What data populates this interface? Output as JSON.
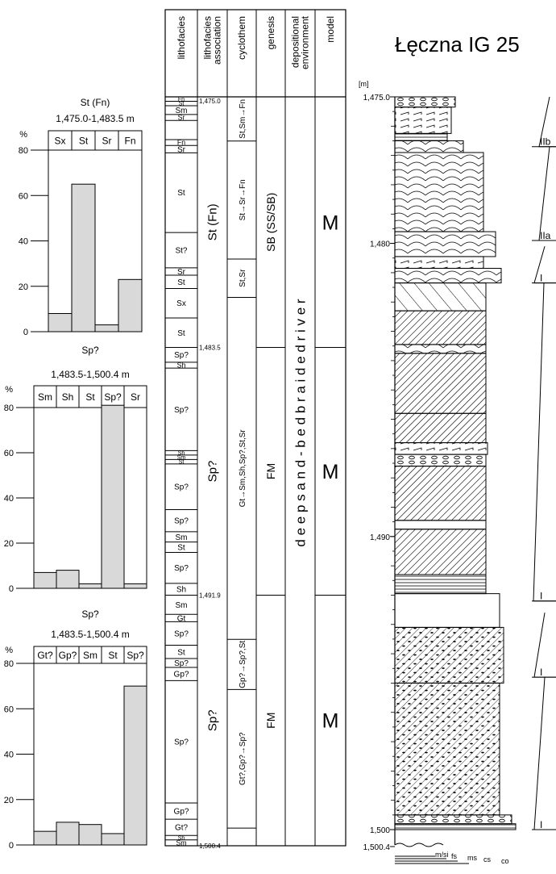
{
  "title": "Łęczna IG 25",
  "column_headers": [
    "lithofacies",
    "lithofacies association",
    "cyclothem",
    "genesis",
    "depositional environment",
    "model"
  ],
  "depth_unit": "[m]",
  "depth_labels": [
    {
      "v": 1475.0,
      "t": "1,475.0"
    },
    {
      "v": 1480,
      "t": "1,480"
    },
    {
      "v": 1490,
      "t": "1,490"
    },
    {
      "v": 1500,
      "t": "1,500"
    },
    {
      "v": 1500.4,
      "t": "1,500.4"
    }
  ],
  "grain_scale": [
    "m/si",
    "fs",
    "ms",
    "cs",
    "co"
  ],
  "association_depths": [
    "1,475.0",
    "1,483.5",
    "1,491.9",
    "1,500.4"
  ],
  "lithofacies": [
    {
      "top": 1475.0,
      "bot": 1475.15,
      "t": "Fn"
    },
    {
      "top": 1475.15,
      "bot": 1475.3,
      "t": "St"
    },
    {
      "top": 1475.3,
      "bot": 1475.6,
      "t": "Sm"
    },
    {
      "top": 1475.6,
      "bot": 1475.8,
      "t": "Sr"
    },
    {
      "top": 1475.8,
      "bot": 1476.45,
      "t": ""
    },
    {
      "top": 1476.45,
      "bot": 1476.65,
      "t": "Fn"
    },
    {
      "top": 1476.65,
      "bot": 1476.9,
      "t": "Sr"
    },
    {
      "top": 1476.9,
      "bot": 1479.6,
      "t": "St"
    },
    {
      "top": 1479.6,
      "bot": 1480.8,
      "t": "St?"
    },
    {
      "top": 1480.8,
      "bot": 1481.05,
      "t": "Sr"
    },
    {
      "top": 1481.05,
      "bot": 1481.5,
      "t": "St"
    },
    {
      "top": 1481.5,
      "bot": 1482.5,
      "t": "Sx"
    },
    {
      "top": 1482.5,
      "bot": 1483.5,
      "t": "St"
    },
    {
      "top": 1483.5,
      "bot": 1484.0,
      "t": "Sp?"
    },
    {
      "top": 1484.0,
      "bot": 1484.2,
      "t": "Sh"
    },
    {
      "top": 1484.2,
      "bot": 1487.0,
      "t": "Sp?"
    },
    {
      "top": 1487.0,
      "bot": 1487.15,
      "t": "Sh"
    },
    {
      "top": 1487.15,
      "bot": 1487.3,
      "t": "Sm"
    },
    {
      "top": 1487.3,
      "bot": 1487.45,
      "t": "St"
    },
    {
      "top": 1487.45,
      "bot": 1489.0,
      "t": "Sp?"
    },
    {
      "top": 1489.0,
      "bot": 1489.75,
      "t": "Sp?"
    },
    {
      "top": 1489.75,
      "bot": 1490.1,
      "t": "Sm"
    },
    {
      "top": 1490.1,
      "bot": 1490.45,
      "t": "St"
    },
    {
      "top": 1490.45,
      "bot": 1491.5,
      "t": "Sp?"
    },
    {
      "top": 1491.5,
      "bot": 1491.9,
      "t": "Sh"
    },
    {
      "top": 1491.9,
      "bot": 1492.55,
      "t": "Sm"
    },
    {
      "top": 1492.55,
      "bot": 1492.8,
      "t": "Gt"
    },
    {
      "top": 1492.8,
      "bot": 1493.6,
      "t": "Sp?"
    },
    {
      "top": 1493.6,
      "bot": 1494.05,
      "t": "St"
    },
    {
      "top": 1494.05,
      "bot": 1494.35,
      "t": "Sp?"
    },
    {
      "top": 1494.35,
      "bot": 1494.8,
      "t": "Gp?"
    },
    {
      "top": 1494.8,
      "bot": 1498.95,
      "t": "Sp?"
    },
    {
      "top": 1498.95,
      "bot": 1499.5,
      "t": "Gp?"
    },
    {
      "top": 1499.5,
      "bot": 1500.05,
      "t": "Gt?"
    },
    {
      "top": 1500.05,
      "bot": 1500.2,
      "t": "Sh"
    },
    {
      "top": 1500.2,
      "bot": 1500.4,
      "t": "Sm"
    }
  ],
  "associations": [
    {
      "top": 1475.0,
      "bot": 1483.5,
      "t": "St (Fn)"
    },
    {
      "top": 1483.5,
      "bot": 1491.9,
      "t": "Sp?"
    },
    {
      "top": 1491.9,
      "bot": 1500.4,
      "t": "Sp?"
    }
  ],
  "cyclothems": [
    {
      "top": 1475.0,
      "bot": 1476.5,
      "t": "St,Sm→Fn"
    },
    {
      "top": 1476.5,
      "bot": 1480.5,
      "t": "St→Sr→Fn"
    },
    {
      "top": 1480.5,
      "bot": 1481.8,
      "t": "St,Sr"
    },
    {
      "top": 1481.8,
      "bot": 1493.4,
      "t": "Gt→Sm,Sh,Sp?,St,Sr"
    },
    {
      "top": 1493.4,
      "bot": 1495.1,
      "t": "Gp?→Sp?,St"
    },
    {
      "top": 1495.1,
      "bot": 1499.8,
      "t": "Gt?,Gp?→Sp?"
    },
    {
      "top": 1499.8,
      "bot": 1500.4,
      "t": ""
    }
  ],
  "genesis": [
    {
      "top": 1475.0,
      "bot": 1483.5,
      "t": "SB (SS/SB)"
    },
    {
      "top": 1483.5,
      "bot": 1491.9,
      "t": "FM"
    },
    {
      "top": 1491.9,
      "bot": 1500.4,
      "t": "FM"
    }
  ],
  "environment": "d e e p   s a n d - b e d   b r a i d e d   r i v e r",
  "models": [
    {
      "top": 1475.0,
      "bot": 1483.5,
      "t": "M"
    },
    {
      "top": 1483.5,
      "bot": 1491.9,
      "t": "M"
    },
    {
      "top": 1491.9,
      "bot": 1500.4,
      "t": "M"
    }
  ],
  "triangle_labels": [
    {
      "d": 1476.7,
      "t": "IIb"
    },
    {
      "d": 1479.9,
      "t": "IIa"
    },
    {
      "d": 1481.35,
      "t": "I"
    },
    {
      "d": 1492.2,
      "t": "I"
    },
    {
      "d": 1494.8,
      "t": "I"
    },
    {
      "d": 1500.0,
      "t": "I"
    }
  ],
  "chart_data": [
    {
      "type": "bar",
      "title": "St (Fn)",
      "subtitle": "1,475.0-1,483.5 m",
      "ylabel": "%",
      "categories": [
        "Sx",
        "St",
        "Sr",
        "Fn"
      ],
      "values": [
        8,
        65,
        3,
        23
      ],
      "ylim": [
        0,
        80
      ],
      "yticks": [
        0,
        20,
        40,
        60,
        80
      ]
    },
    {
      "type": "bar",
      "title": "Sp?",
      "subtitle": "1,483.5-1,500.4 m",
      "ylabel": "%",
      "categories": [
        "Sm",
        "Sh",
        "St",
        "Sp?",
        "Sr"
      ],
      "values": [
        7,
        8,
        2,
        81,
        2
      ],
      "ylim": [
        0,
        80
      ],
      "yticks": [
        0,
        20,
        40,
        60,
        80
      ]
    },
    {
      "type": "bar",
      "title": "Sp?",
      "subtitle": "1,483.5-1,500.4 m",
      "ylabel": "%",
      "categories": [
        "Gt?",
        "Gp?",
        "Sm",
        "St",
        "Sp?"
      ],
      "values": [
        6,
        10,
        9,
        5,
        70
      ],
      "ylim": [
        0,
        80
      ],
      "yticks": [
        0,
        20,
        40,
        60,
        80
      ]
    }
  ],
  "colors": {
    "bar_fill": "#d9d9d9",
    "stroke": "#000000"
  }
}
